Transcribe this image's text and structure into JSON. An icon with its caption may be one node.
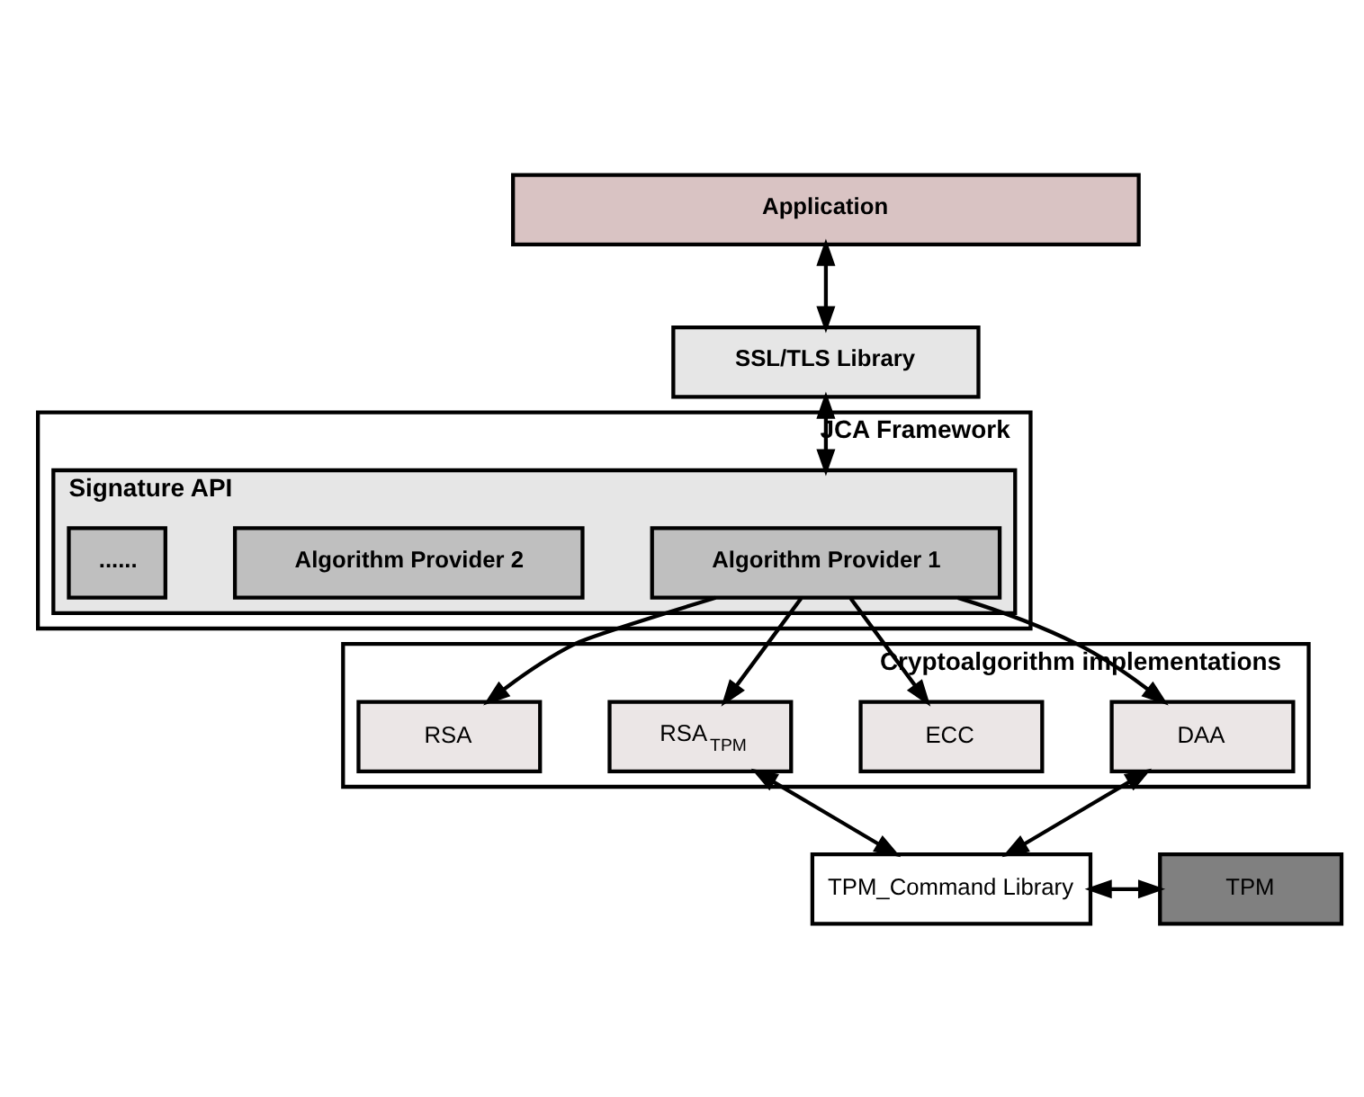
{
  "diagram": {
    "nodes": [
      {
        "text": [
          "Application"
        ]
      },
      {
        "text": [
          "SSL/TLS Library"
        ]
      },
      {
        "text": [
          "JCA Framework"
        ]
      },
      {
        "text": [
          "Signature API"
        ],
        "in": 2
      },
      {
        "text": [
          "Algorithm Provider 1"
        ],
        "in": 3
      },
      {
        "text": [
          "Algorithm Provider 2"
        ],
        "in": 3
      },
      {
        "text": [
          "......"
        ],
        "in": 3
      },
      {
        "text": [
          "Cryptoalgorithm implementations"
        ]
      },
      {
        "text": [
          "DAA"
        ],
        "in": 7
      },
      {
        "text": [
          "ECC"
        ],
        "in": 7
      },
      {
        "text": [
          "RSA$_{TPM}$"
        ],
        "in": 7
      },
      {
        "text": [
          "RSA"
        ],
        "in": 7
      },
      {
        "text": [
          "TPM_Command Library"
        ]
      },
      {
        "text": [
          "TPM"
        ]
      }
    ],
    "edges": [
      {
        "from": 0,
        "to": 1,
        "arrow": "both"
      },
      {
        "from": 1,
        "to": 3,
        "arrow": "both"
      },
      {
        "from": 4,
        "to": 8,
        "arrow": "to"
      },
      {
        "from": 4,
        "to": 9,
        "arrow": "to"
      },
      {
        "from": 4,
        "to": 10,
        "arrow": "to"
      },
      {
        "from": 4,
        "to": 11,
        "arrow": "to"
      },
      {
        "from": 8,
        "to": 12,
        "arrow": "both"
      },
      {
        "from": 10,
        "to": 12,
        "arrow": "both"
      },
      {
        "from": 12,
        "to": 13,
        "arrow": "both"
      }
    ]
  }
}
